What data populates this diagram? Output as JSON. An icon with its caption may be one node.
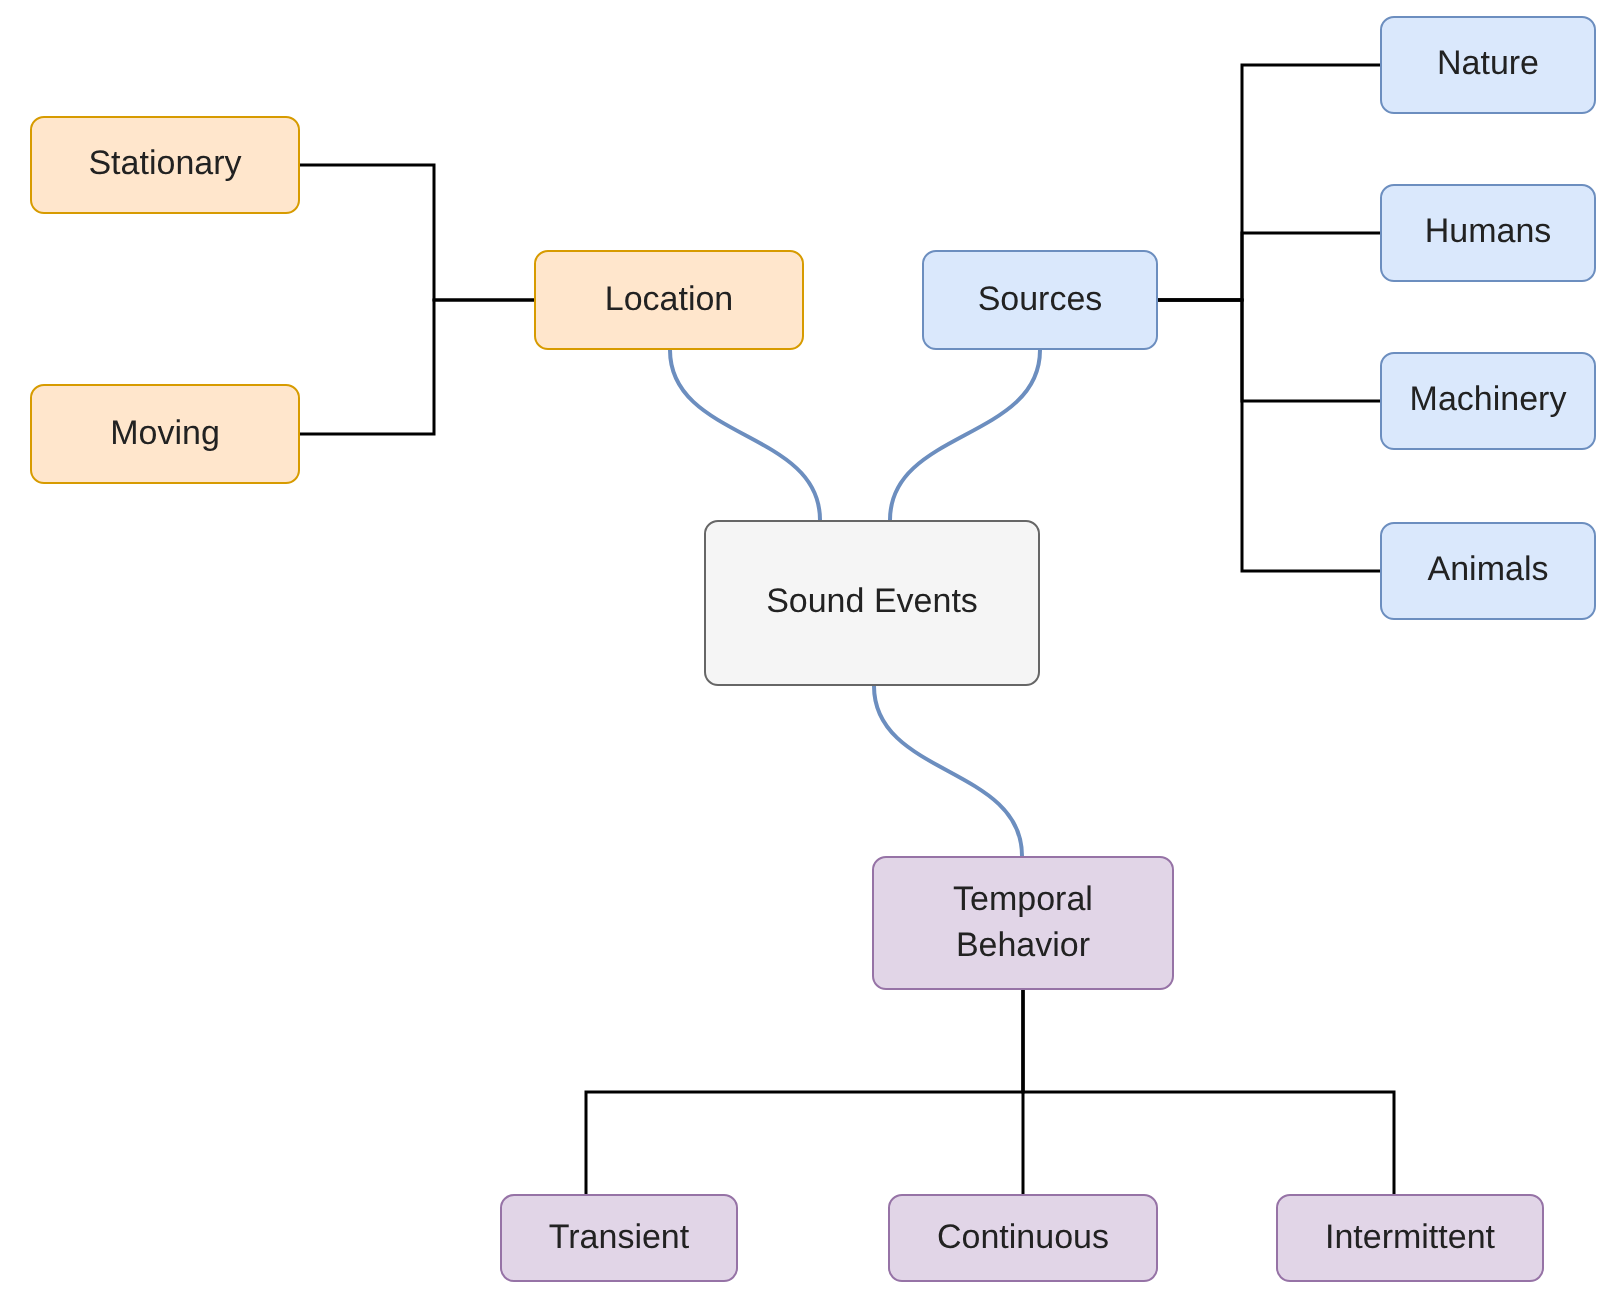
{
  "diagram": {
    "nodes": [
      {
        "text": [
          "Sound Events"
        ]
      },
      {
        "text": [
          "Location"
        ]
      },
      {
        "text": [
          "Stationary"
        ]
      },
      {
        "text": [
          "Moving"
        ]
      },
      {
        "text": [
          "Sources"
        ]
      },
      {
        "text": [
          "Nature"
        ]
      },
      {
        "text": [
          "Humans"
        ]
      },
      {
        "text": [
          "Machinery"
        ]
      },
      {
        "text": [
          "Animals"
        ]
      },
      {
        "text": [
          "Temporal Behavior"
        ]
      },
      {
        "text": [
          "Transient"
        ]
      },
      {
        "text": [
          "Continuous"
        ]
      },
      {
        "text": [
          "Intermittent"
        ]
      }
    ],
    "edges": [
      {
        "from": 0,
        "to": 1,
        "arrow": "none",
        "color": "#6c8ebf"
      },
      {
        "from": 0,
        "to": 4,
        "arrow": "none",
        "color": "#6c8ebf"
      },
      {
        "from": 0,
        "to": 9,
        "arrow": "none",
        "color": "#6c8ebf"
      },
      {
        "from": 1,
        "to": 2,
        "arrow": "none"
      },
      {
        "from": 1,
        "to": 3,
        "arrow": "none"
      },
      {
        "from": 4,
        "to": 5,
        "arrow": "none"
      },
      {
        "from": 4,
        "to": 6,
        "arrow": "none"
      },
      {
        "from": 4,
        "to": 7,
        "arrow": "none"
      },
      {
        "from": 4,
        "to": 8,
        "arrow": "none"
      },
      {
        "from": 9,
        "to": 10,
        "arrow": "none"
      },
      {
        "from": 9,
        "to": 11,
        "arrow": "none"
      },
      {
        "from": 9,
        "to": 12,
        "arrow": "none"
      }
    ]
  }
}
